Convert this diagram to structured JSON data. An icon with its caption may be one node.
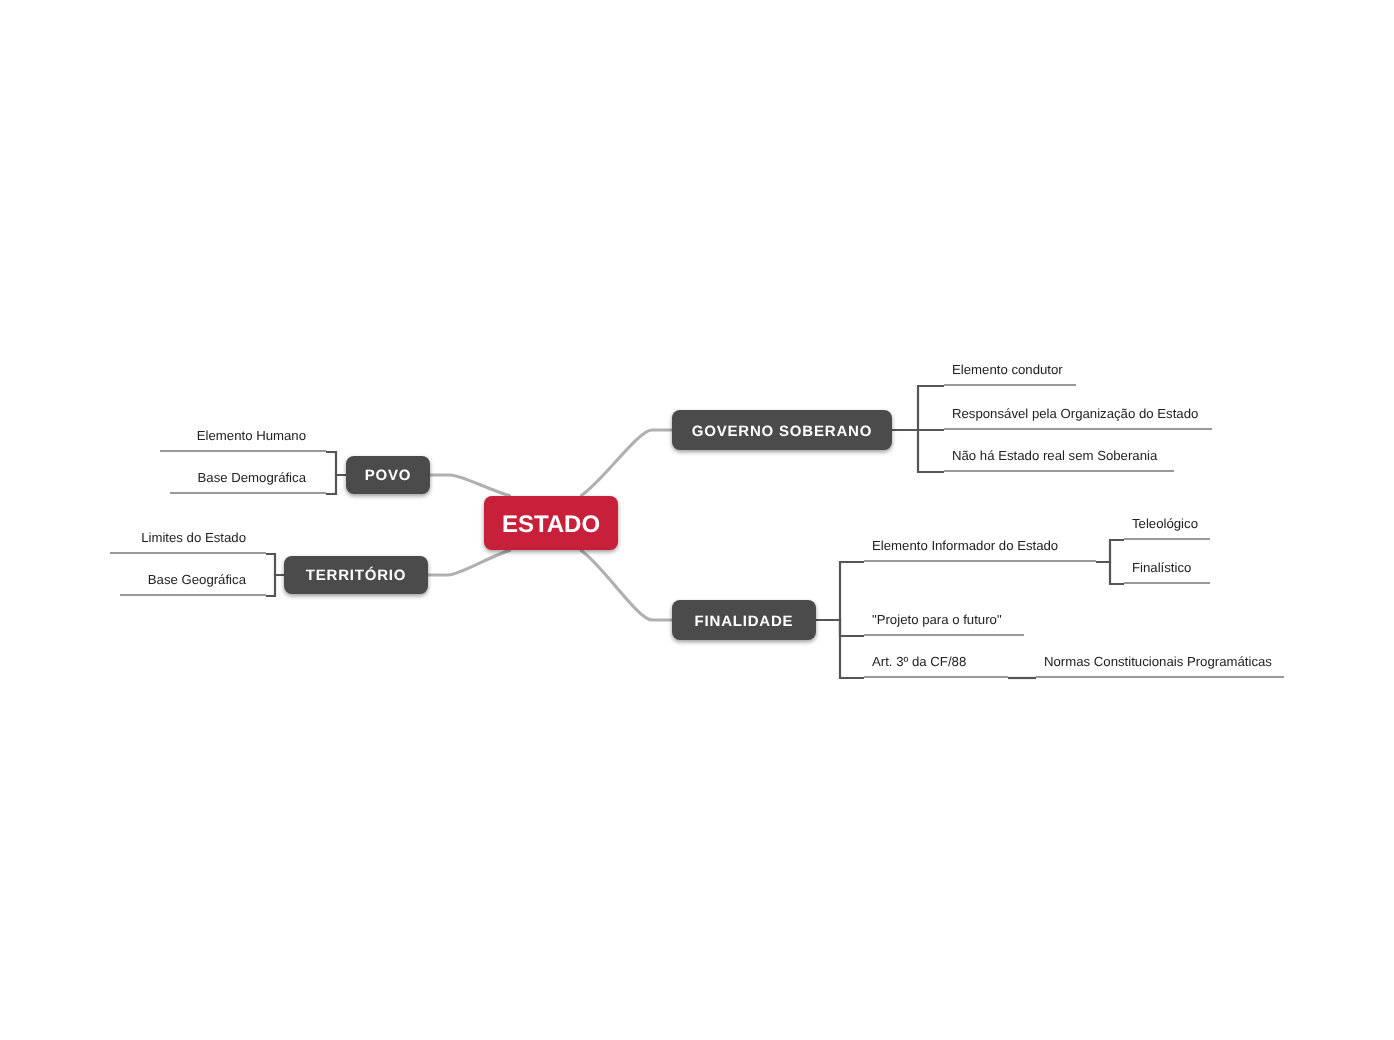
{
  "diagram": {
    "nodes": [
      {
        "text": [
          "ESTADO"
        ]
      },
      {
        "text": [
          "GOVERNO SOBERANO"
        ]
      },
      {
        "text": [
          "Elemento condutor"
        ]
      },
      {
        "text": [
          "Responsável pela Organização do Estado"
        ]
      },
      {
        "text": [
          "Não há Estado real sem Soberania"
        ]
      },
      {
        "text": [
          "POVO"
        ]
      },
      {
        "text": [
          "Elemento Humano"
        ]
      },
      {
        "text": [
          "Base Demográfica"
        ]
      },
      {
        "text": [
          "TERRITÓRIO"
        ]
      },
      {
        "text": [
          "Limites do Estado"
        ]
      },
      {
        "text": [
          "Base Geográfica"
        ]
      },
      {
        "text": [
          "FINALIDADE"
        ]
      },
      {
        "text": [
          "Elemento Informador do Estado"
        ]
      },
      {
        "text": [
          "Teleológico"
        ]
      },
      {
        "text": [
          "Finalístico"
        ]
      },
      {
        "text": [
          "\"Projeto para o futuro\""
        ]
      },
      {
        "text": [
          "Art. 3º da CF/88"
        ]
      },
      {
        "text": [
          "Normas Constitucionais Programáticas"
        ]
      }
    ],
    "edges": [
      {
        "from": 0,
        "to": 1,
        "arrow": "none",
        "color": "#b0b0b0"
      },
      {
        "from": 0,
        "to": 5,
        "arrow": "none",
        "color": "#b0b0b0"
      },
      {
        "from": 0,
        "to": 8,
        "arrow": "none",
        "color": "#b0b0b0"
      },
      {
        "from": 0,
        "to": 11,
        "arrow": "none",
        "color": "#b0b0b0"
      },
      {
        "from": 1,
        "to": 2,
        "arrow": "none"
      },
      {
        "from": 1,
        "to": 3,
        "arrow": "none"
      },
      {
        "from": 1,
        "to": 4,
        "arrow": "none"
      },
      {
        "from": 5,
        "to": 6,
        "arrow": "none"
      },
      {
        "from": 5,
        "to": 7,
        "arrow": "none"
      },
      {
        "from": 8,
        "to": 9,
        "arrow": "none"
      },
      {
        "from": 8,
        "to": 10,
        "arrow": "none"
      },
      {
        "from": 11,
        "to": 12,
        "arrow": "none"
      },
      {
        "from": 11,
        "to": 15,
        "arrow": "none"
      },
      {
        "from": 11,
        "to": 16,
        "arrow": "none"
      },
      {
        "from": 12,
        "to": 13,
        "arrow": "none"
      },
      {
        "from": 12,
        "to": 14,
        "arrow": "none"
      },
      {
        "from": 16,
        "to": 17,
        "arrow": "none"
      }
    ]
  }
}
